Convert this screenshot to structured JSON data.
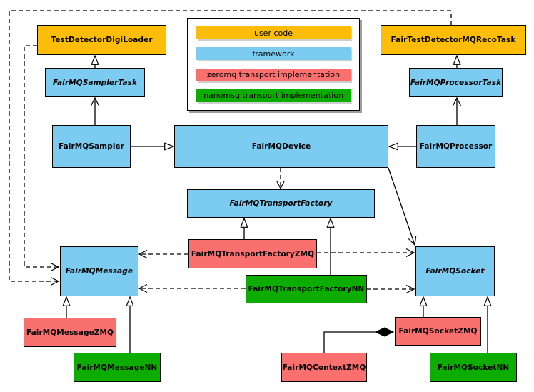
{
  "colors": {
    "user": "#FBBD08",
    "framework": "#7CCBF0",
    "zmq": "#F9706E",
    "nn": "#0DAD00",
    "line": "#000000",
    "background": "#FFFFFF"
  },
  "legend": {
    "items": [
      {
        "label": "user code",
        "type": "user"
      },
      {
        "label": "framework",
        "type": "framework"
      },
      {
        "label": "zeromq transport implementation",
        "type": "zmq"
      },
      {
        "label": "nanomsg transport implementation",
        "type": "nn"
      }
    ]
  },
  "nodes": {
    "testDetectorDigiLoader": {
      "label": "TestDetectorDigiLoader",
      "type": "user",
      "abstract": false
    },
    "fairTestDetectorMQRecoTask": {
      "label": "FairTestDetectorMQRecoTask",
      "type": "user",
      "abstract": false
    },
    "fairMQSamplerTask": {
      "label": "FairMQSamplerTask",
      "type": "framework",
      "abstract": true
    },
    "fairMQProcessorTask": {
      "label": "FairMQProcessorTask",
      "type": "framework",
      "abstract": true
    },
    "fairMQSampler": {
      "label": "FairMQSampler",
      "type": "framework",
      "abstract": false
    },
    "fairMQDevice": {
      "label": "FairMQDevice",
      "type": "framework",
      "abstract": false
    },
    "fairMQProcessor": {
      "label": "FairMQProcessor",
      "type": "framework",
      "abstract": false
    },
    "fairMQTransportFactory": {
      "label": "FairMQTransportFactory",
      "type": "framework",
      "abstract": true
    },
    "fairMQTransportFactoryZMQ": {
      "label": "FairMQTransportFactoryZMQ",
      "type": "zmq",
      "abstract": false
    },
    "fairMQTransportFactoryNN": {
      "label": "FairMQTransportFactoryNN",
      "type": "nn",
      "abstract": false
    },
    "fairMQMessage": {
      "label": "FairMQMessage",
      "type": "framework",
      "abstract": true
    },
    "fairMQSocket": {
      "label": "FairMQSocket",
      "type": "framework",
      "abstract": true
    },
    "fairMQMessageZMQ": {
      "label": "FairMQMessageZMQ",
      "type": "zmq",
      "abstract": false
    },
    "fairMQMessageNN": {
      "label": "FairMQMessageNN",
      "type": "nn",
      "abstract": false
    },
    "fairMQSocketZMQ": {
      "label": "FairMQSocketZMQ",
      "type": "zmq",
      "abstract": false
    },
    "fairMQSocketNN": {
      "label": "FairMQSocketNN",
      "type": "nn",
      "abstract": false
    },
    "fairMQContextZMQ": {
      "label": "FairMQContextZMQ",
      "type": "zmq",
      "abstract": false
    }
  },
  "edges": [
    {
      "from": "FairMQSamplerTask",
      "to": "TestDetectorDigiLoader",
      "kind": "inheritance-triangle"
    },
    {
      "from": "FairMQProcessorTask",
      "to": "FairTestDetectorMQRecoTask",
      "kind": "inheritance-triangle"
    },
    {
      "from": "FairMQSampler",
      "to": "FairMQSamplerTask",
      "kind": "association-arrow"
    },
    {
      "from": "FairMQProcessor",
      "to": "FairMQProcessorTask",
      "kind": "association-arrow"
    },
    {
      "from": "FairMQSampler",
      "to": "FairMQDevice",
      "kind": "inheritance-triangle"
    },
    {
      "from": "FairMQProcessor",
      "to": "FairMQDevice",
      "kind": "inheritance-triangle"
    },
    {
      "from": "FairMQDevice",
      "to": "FairMQTransportFactory",
      "kind": "dashed-dependency"
    },
    {
      "from": "FairMQDevice",
      "to": "FairMQSocket",
      "kind": "association-arrow"
    },
    {
      "from": "FairMQTransportFactoryZMQ",
      "to": "FairMQTransportFactory",
      "kind": "inheritance-triangle"
    },
    {
      "from": "FairMQTransportFactoryNN",
      "to": "FairMQTransportFactory",
      "kind": "inheritance-triangle"
    },
    {
      "from": "FairMQTransportFactoryZMQ",
      "to": "FairMQMessage",
      "kind": "dashed-dependency"
    },
    {
      "from": "FairMQTransportFactoryZMQ",
      "to": "FairMQSocket",
      "kind": "dashed-dependency"
    },
    {
      "from": "FairMQTransportFactoryNN",
      "to": "FairMQMessage",
      "kind": "dashed-dependency"
    },
    {
      "from": "FairMQTransportFactoryNN",
      "to": "FairMQSocket",
      "kind": "dashed-dependency"
    },
    {
      "from": "TestDetectorDigiLoader",
      "to": "FairMQMessage",
      "kind": "dashed-dependency"
    },
    {
      "from": "FairTestDetectorMQRecoTask",
      "to": "FairMQMessage",
      "kind": "dashed-dependency"
    },
    {
      "from": "FairMQMessageZMQ",
      "to": "FairMQMessage",
      "kind": "inheritance-triangle"
    },
    {
      "from": "FairMQMessageNN",
      "to": "FairMQMessage",
      "kind": "inheritance-triangle"
    },
    {
      "from": "FairMQSocketZMQ",
      "to": "FairMQSocket",
      "kind": "inheritance-triangle"
    },
    {
      "from": "FairMQSocketNN",
      "to": "FairMQSocket",
      "kind": "inheritance-triangle"
    },
    {
      "from": "FairMQContextZMQ",
      "to": "FairMQSocketZMQ",
      "kind": "composition-diamond"
    }
  ]
}
